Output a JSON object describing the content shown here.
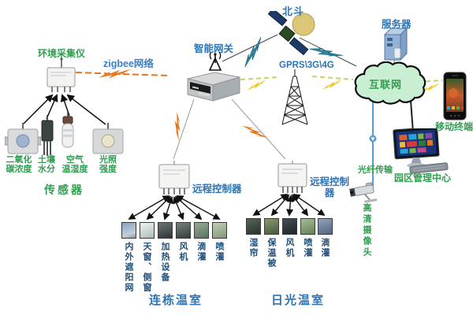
{
  "diagram": {
    "labels": {
      "beidou": "北斗",
      "server": "服务器",
      "gateway": "智能网关",
      "zigbee": "zigbee网络",
      "collector": "环境采集仪",
      "gprs": "GPRS\\3G\\4G",
      "internet": "互联网",
      "mobile": "移动终端",
      "mgmt_center": "园区管理中心",
      "fiber": "光纤传输",
      "camera": "高清摄像头",
      "sensors_title": "传感器",
      "controller_left": "远程控制器",
      "controller_right": "远程控制器",
      "greenhouse_left": "连栋温室",
      "greenhouse_right": "日光温室"
    },
    "sensors": [
      {
        "l1": "二氧化",
        "l2": "碳浓度"
      },
      {
        "l1": "土壤",
        "l2": "水分"
      },
      {
        "l1": "空气",
        "l2": "温湿度"
      },
      {
        "l1": "光照",
        "l2": "强度"
      }
    ],
    "left_devices": [
      "内外遮阳网",
      "天窗、侧窗",
      "加热设备",
      "风机",
      "滴灌",
      "喷灌"
    ],
    "right_devices": [
      "湿帘",
      "保温被",
      "风机",
      "喷灌",
      "滴灌"
    ],
    "icons": {
      "satellite": "satellite-with-dish",
      "server": "server-tower",
      "gateway": "gateway-box",
      "antenna": "radio-antenna",
      "collector": "collector-box",
      "cell_tower": "lattice-tower",
      "cloud": "internet-cloud",
      "camera": "cctv-camera",
      "monitor": "desktop-computer",
      "phone": "smartphone",
      "bolt": "lightning-bolt"
    },
    "colors": {
      "label_blue": "#2E74B5",
      "label_green": "#2F9E4F",
      "label_navy": "#1F4E79",
      "bolt_orange": "#E8761A",
      "bolt_teal": "#2E86A1",
      "bolt_yellow": "#F0C419",
      "dash_line": "#C9CF6E",
      "cloud_fill": "#C9EFD2",
      "fiber_blue": "#5B9BD5"
    }
  }
}
